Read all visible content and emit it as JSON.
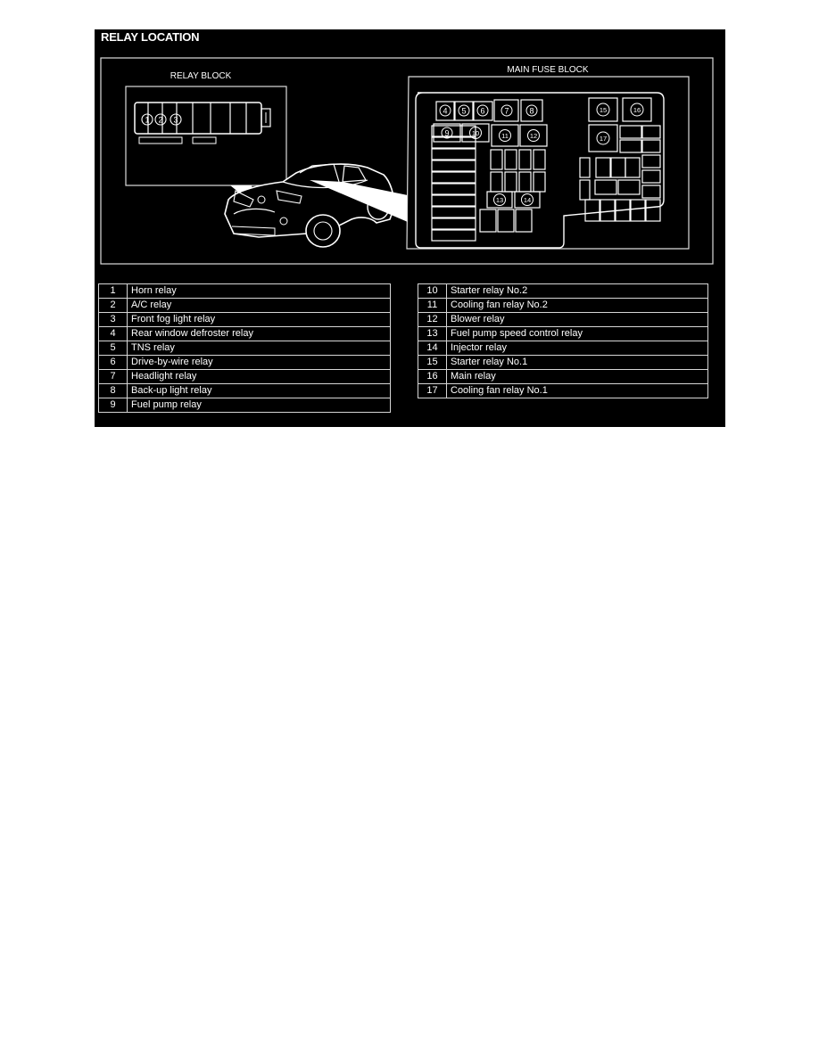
{
  "title": "RELAY LOCATION",
  "relay_block": {
    "label": "RELAY BLOCK",
    "markers": [
      "1",
      "2",
      "3"
    ]
  },
  "main_fuse_block": {
    "label": "MAIN FUSE BLOCK",
    "markers": [
      "4",
      "5",
      "6",
      "7",
      "8",
      "9",
      "10",
      "11",
      "12",
      "13",
      "14",
      "15",
      "16",
      "17"
    ]
  },
  "legend_left": [
    {
      "num": "1",
      "name": "Horn relay"
    },
    {
      "num": "2",
      "name": "A/C relay"
    },
    {
      "num": "3",
      "name": "Front fog light relay"
    },
    {
      "num": "4",
      "name": "Rear window defroster relay"
    },
    {
      "num": "5",
      "name": "TNS relay"
    },
    {
      "num": "6",
      "name": "Drive-by-wire relay"
    },
    {
      "num": "7",
      "name": "Headlight relay"
    },
    {
      "num": "8",
      "name": "Back-up light relay"
    },
    {
      "num": "9",
      "name": "Fuel pump relay"
    }
  ],
  "legend_right": [
    {
      "num": "10",
      "name": "Starter relay No.2"
    },
    {
      "num": "11",
      "name": "Cooling fan relay No.2"
    },
    {
      "num": "12",
      "name": "Blower relay"
    },
    {
      "num": "13",
      "name": "Fuel pump speed control relay"
    },
    {
      "num": "14",
      "name": "Injector relay"
    },
    {
      "num": "15",
      "name": "Starter relay No.1"
    },
    {
      "num": "16",
      "name": "Main relay"
    },
    {
      "num": "17",
      "name": "Cooling fan relay No.1"
    }
  ]
}
